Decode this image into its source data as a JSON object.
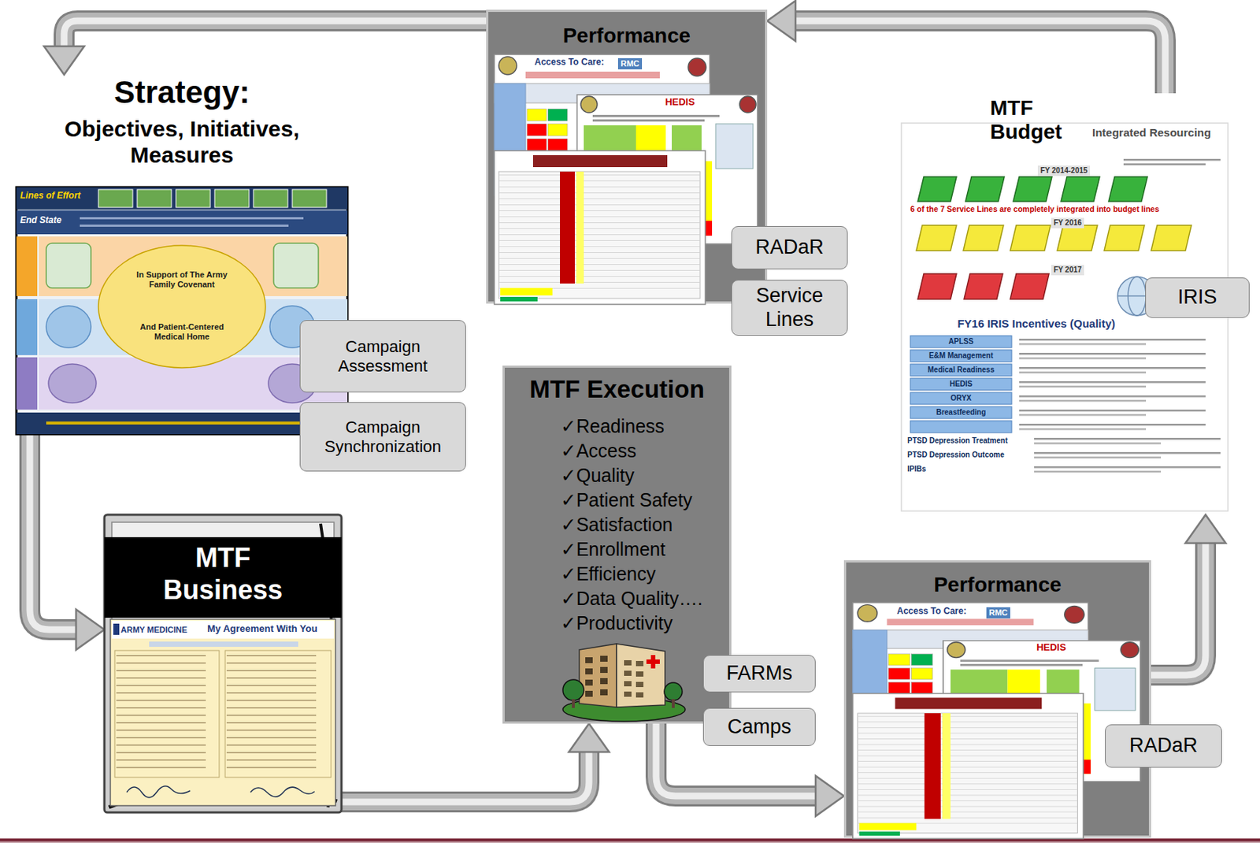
{
  "diagram": {
    "nodes": [
      {
        "text": [
          "Performance"
        ]
      },
      {
        "text": [
          "RADaR"
        ],
        "in": 0
      },
      {
        "text": [
          "Service Lines"
        ],
        "in": 0
      },
      {
        "text": [
          "Strategy:",
          "Objectives, Initiatives, Measures"
        ]
      },
      {
        "text": [
          "Campaign Assessment"
        ],
        "in": 3
      },
      {
        "text": [
          "Campaign Synchronization"
        ],
        "in": 3
      },
      {
        "text": [
          "MTF Budget"
        ]
      },
      {
        "text": [
          "IRIS"
        ],
        "in": 6
      },
      {
        "text": [
          "MTF Execution",
          "✓Readiness",
          "✓Access",
          "✓Quality",
          "✓Patient Safety",
          "✓Satisfaction",
          "✓Enrollment",
          "✓Efficiency",
          "✓Data Quality….",
          "✓Productivity"
        ]
      },
      {
        "text": [
          "FARMs"
        ],
        "in": 8
      },
      {
        "text": [
          "Camps"
        ],
        "in": 8
      },
      {
        "text": [
          "MTF Business"
        ]
      },
      {
        "text": [
          "Performance"
        ]
      },
      {
        "text": [
          "RADaR"
        ],
        "in": 12
      }
    ],
    "edges": [
      {
        "from": 0,
        "to": 3,
        "arrow": "to"
      },
      {
        "from": 3,
        "to": 11,
        "arrow": "to"
      },
      {
        "from": 11,
        "to": 8,
        "arrow": "to"
      },
      {
        "from": 8,
        "to": 12,
        "arrow": "to"
      },
      {
        "from": 12,
        "to": 6,
        "arrow": "to"
      },
      {
        "from": 6,
        "to": 0,
        "arrow": "to"
      }
    ],
    "labels": [
      "Lines of Effort",
      "End State",
      "In Support of The Army Family Covenant",
      "And Patient-Centered Medical Home",
      "Access To Care:",
      "RMC",
      "HEDIS",
      "Integrated Resourcing",
      "FY 2014-2015",
      "6 of the 7 Service Lines are completely integrated into budget lines",
      "FY 2016",
      "FY 2017",
      "FY16 IRIS Incentives (Quality)",
      "APLSS",
      "E&M Management",
      "Medical Readiness",
      "HEDIS",
      "ORYX",
      "Breastfeeding",
      "PTSD Depression Treatment",
      "PTSD Depression Outcome",
      "IPIBs",
      "ARMY MEDICINE",
      "My Agreement With You",
      "Access To Care:",
      "RMC",
      "HEDIS"
    ]
  }
}
